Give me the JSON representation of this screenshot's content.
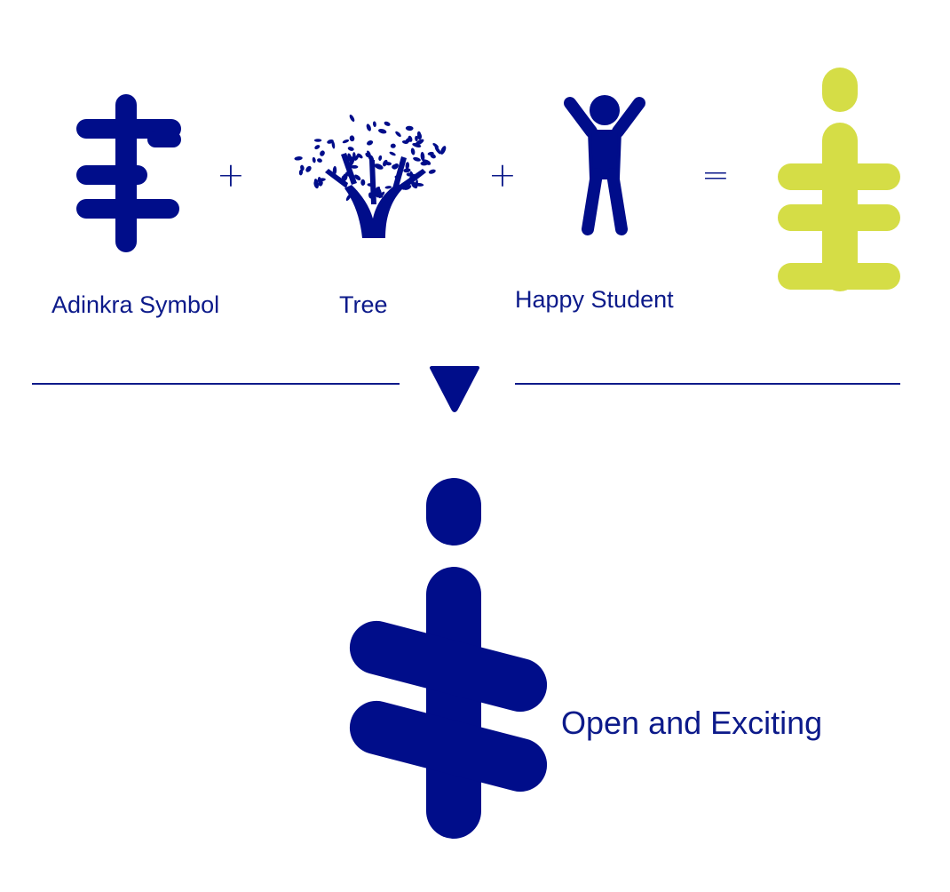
{
  "colors": {
    "primary": "#000d8a",
    "accent": "#d5dd46",
    "text": "#0c1a8a",
    "background": "#ffffff"
  },
  "equation": {
    "items": [
      {
        "caption": "Adinkra Symbol",
        "icon": "adinkra-symbol-icon"
      },
      {
        "caption": "Tree",
        "icon": "tree-icon"
      },
      {
        "caption": "Happy Student",
        "icon": "happy-student-icon"
      }
    ],
    "operators": {
      "plus_1": "+",
      "plus_2": "+",
      "equals": "="
    },
    "result_icon": "combined-logo-icon"
  },
  "divider": {
    "icon": "down-triangle-icon"
  },
  "logo": {
    "icon": "final-logo-icon",
    "tagline": "Open and Exciting"
  }
}
